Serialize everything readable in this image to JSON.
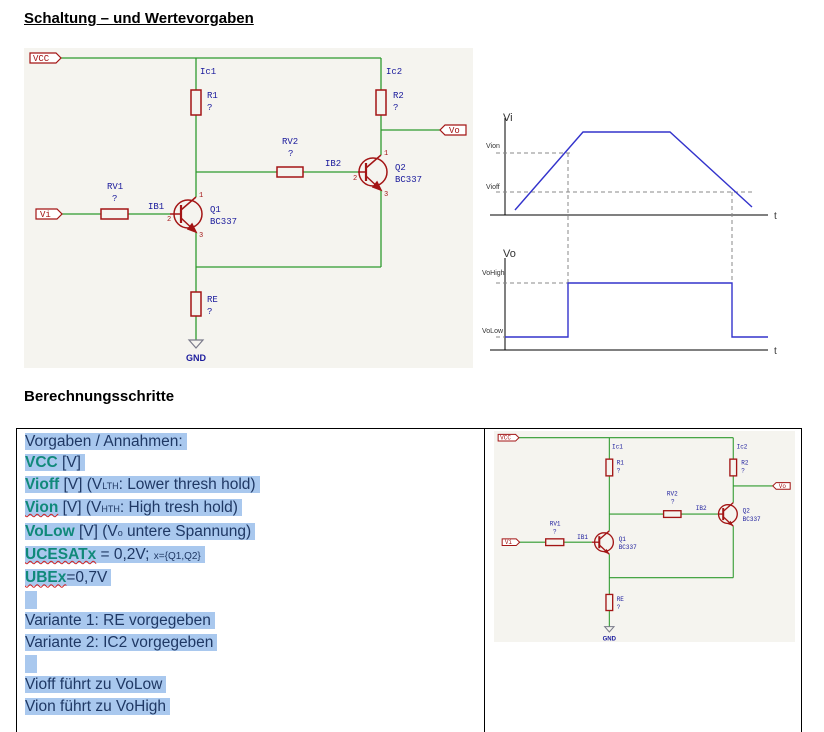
{
  "headings": {
    "main": "Schaltung – und Wertevorgaben",
    "steps": "Berechnungsschritte"
  },
  "schematic": {
    "vcc": "VCC",
    "vi": "Vi",
    "vo": "Vo",
    "gnd": "GND",
    "r1": "R1",
    "r1_val": "?",
    "r2": "R2",
    "r2_val": "?",
    "rv1": "RV1",
    "rv1_val": "?",
    "rv2": "RV2",
    "rv2_val": "?",
    "re": "RE",
    "re_val": "?",
    "ic1": "Ic1",
    "ic2": "Ic2",
    "ib1": "IB1",
    "ib2": "IB2",
    "q1": "Q1",
    "q1_type": "BC337",
    "q2": "Q2",
    "q2_type": "BC337",
    "pin1": "1",
    "pin2": "2",
    "pin3": "3"
  },
  "timing": {
    "vi_axis": "Vi",
    "vo_axis": "Vo",
    "t_label": "t",
    "vion": "Vion",
    "vioff": "Vioff",
    "vohigh": "VoHigh",
    "volow": "VoLow"
  },
  "table": {
    "line1": "Vorgaben / Annahmen:",
    "vcc_name": "VCC",
    "vcc_unit": " [V]",
    "vioff_name": "Vioff",
    "vioff_rest_a": " [V] (V",
    "vioff_sub": "LTH",
    "vioff_rest_b": ": Lower thresh hold)",
    "vion_name": "Vion",
    "vion_rest_a": " [V] (V",
    "vion_sub": "HTH",
    "vion_rest_b": ": High tresh hold)",
    "volow_name": "VoLow",
    "volow_rest_a": " [V] (V",
    "volow_sub": "o",
    "volow_rest_b": " untere Spannung)",
    "ucesat_name": "UCESATx",
    "ucesat_val": " = 0,2V; ",
    "ucesat_note": "x={Q1,Q2}",
    "ube_name": "UBEx",
    "ube_val": "=0,7V",
    "variant1": "Variante 1: RE vorgegeben",
    "variant2": "Variante 2: IC2 vorgegeben",
    "rule1": "Vioff führt zu VoLow",
    "rule2": "Vion führt zu VoHigh"
  },
  "colors": {
    "wire": "#2e9a2e",
    "component": "#a31515",
    "label": "#1a1a9c",
    "signal": "#3333cc",
    "highlight": "#a9c8ee",
    "keyword": "#10897a"
  }
}
